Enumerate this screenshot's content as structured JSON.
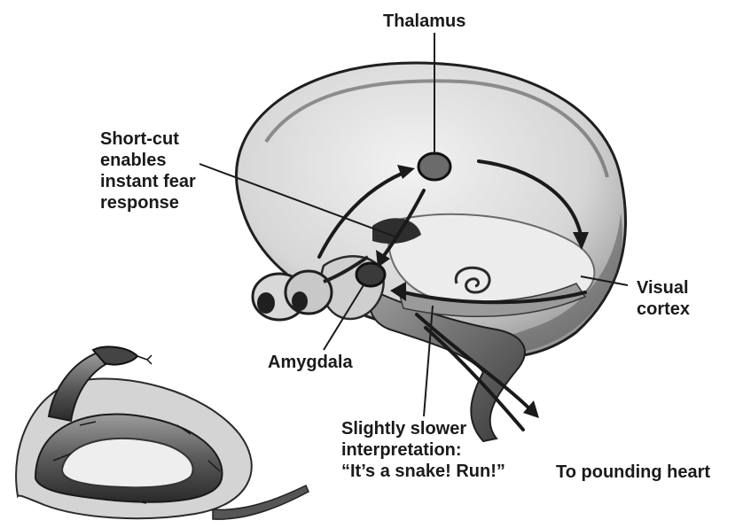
{
  "labels": {
    "thalamus": "Thalamus",
    "shortcut": [
      "Short-cut",
      "enables",
      "instant fear",
      "response"
    ],
    "visual_cortex": [
      "Visual",
      "cortex"
    ],
    "amygdala": "Amygdala",
    "slower": [
      "Slightly slower",
      "interpretation:",
      "“It’s a snake! Run!”"
    ],
    "heart": "To pounding heart"
  }
}
